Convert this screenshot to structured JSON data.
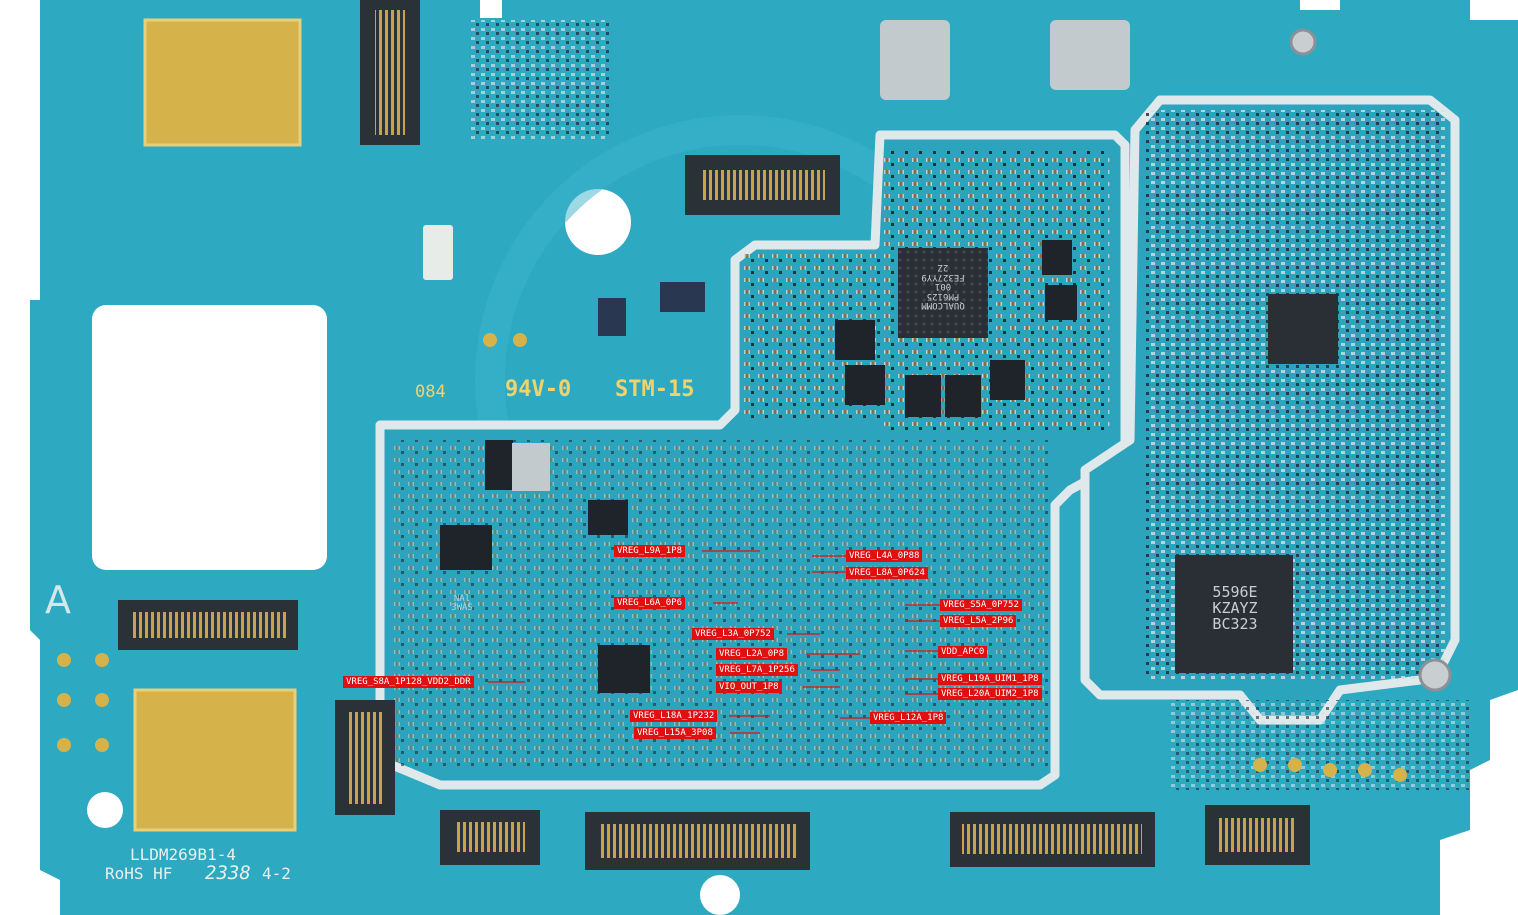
{
  "board": {
    "colors": {
      "pcb": "#2ea9c2",
      "pcb_dark": "#1f8ea9",
      "shield": "#d9e3e6",
      "pad_gold": "#d6b24a",
      "ic_dark": "#2a2f35",
      "label_bg": "#e01010"
    },
    "silkscreen": {
      "board_code": "LLDM269B1-4",
      "rohs": "RoHS HF",
      "date_code": "2338",
      "rev": "4-2",
      "letter": "A",
      "flame_code": "084",
      "ul_mark": "94V-0",
      "stm": "STM-15"
    },
    "chips": {
      "pmic": "QUALCOMM\nPM6125\n001\nFE327YY9\n2Z",
      "transceiver": "5596E\nKZAYZ\nBC323",
      "small_left": "NAl\n3WAS"
    },
    "labels": [
      {
        "id": "vreg_l9a_1p8",
        "text": "VREG_L9A_1P8"
      },
      {
        "id": "vreg_l4a_0p88",
        "text": "VREG_L4A_0P88"
      },
      {
        "id": "vreg_l8a_0p624",
        "text": "VREG_L8A_0P624"
      },
      {
        "id": "vreg_l6a_0p6",
        "text": "VREG_L6A_0P6"
      },
      {
        "id": "vreg_s5a_0p752",
        "text": "VREG_S5A_0P752"
      },
      {
        "id": "vreg_l5a_2p96",
        "text": "VREG_L5A_2P96"
      },
      {
        "id": "vreg_l3a_0p752",
        "text": "VREG_L3A_0P752"
      },
      {
        "id": "vreg_l2a_0p8",
        "text": "VREG_L2A_0P8"
      },
      {
        "id": "vdd_apc0",
        "text": "VDD_APC0"
      },
      {
        "id": "vreg_l7a_1p256",
        "text": "VREG_L7A_1P256"
      },
      {
        "id": "vreg_s8a_1p128_vdd2_ddr",
        "text": "VREG_S8A_1P128_VDD2_DDR"
      },
      {
        "id": "vio_out_1p8",
        "text": "VIO_OUT_1P8"
      },
      {
        "id": "vreg_l19a_uim1_1p8",
        "text": "VREG_L19A_UIM1_1P8"
      },
      {
        "id": "vreg_l20a_uim2_1p8",
        "text": "VREG_L20A_UIM2_1P8"
      },
      {
        "id": "vreg_l18a_1p232",
        "text": "VREG_L18A_1P232"
      },
      {
        "id": "vreg_l12a_1p8",
        "text": "VREG_L12A_1P8"
      },
      {
        "id": "vreg_l15a_3p08",
        "text": "VREG_L15A_3P08"
      }
    ]
  }
}
